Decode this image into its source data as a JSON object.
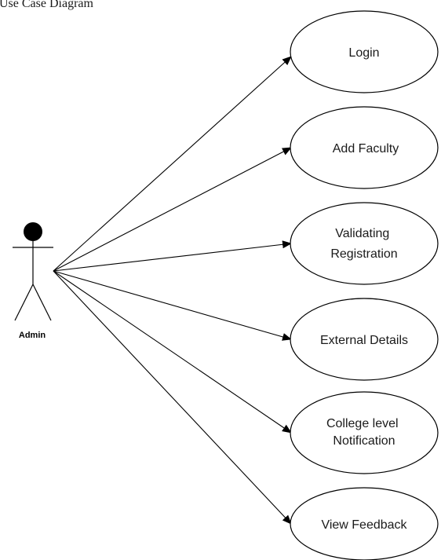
{
  "diagram": {
    "title": "Use Case Diagram",
    "actor": {
      "label": "Admin"
    },
    "use_cases": [
      {
        "lines": [
          "Login"
        ]
      },
      {
        "lines": [
          "Add Faculty"
        ]
      },
      {
        "lines": [
          "Validating",
          "Registration"
        ]
      },
      {
        "lines": [
          "External Details"
        ]
      },
      {
        "lines": [
          "College level",
          "Notification"
        ]
      },
      {
        "lines": [
          "View Feedback"
        ]
      }
    ],
    "colors": {
      "line": "#000000",
      "text": "#1a1a1a",
      "background": "#ffffff"
    }
  }
}
